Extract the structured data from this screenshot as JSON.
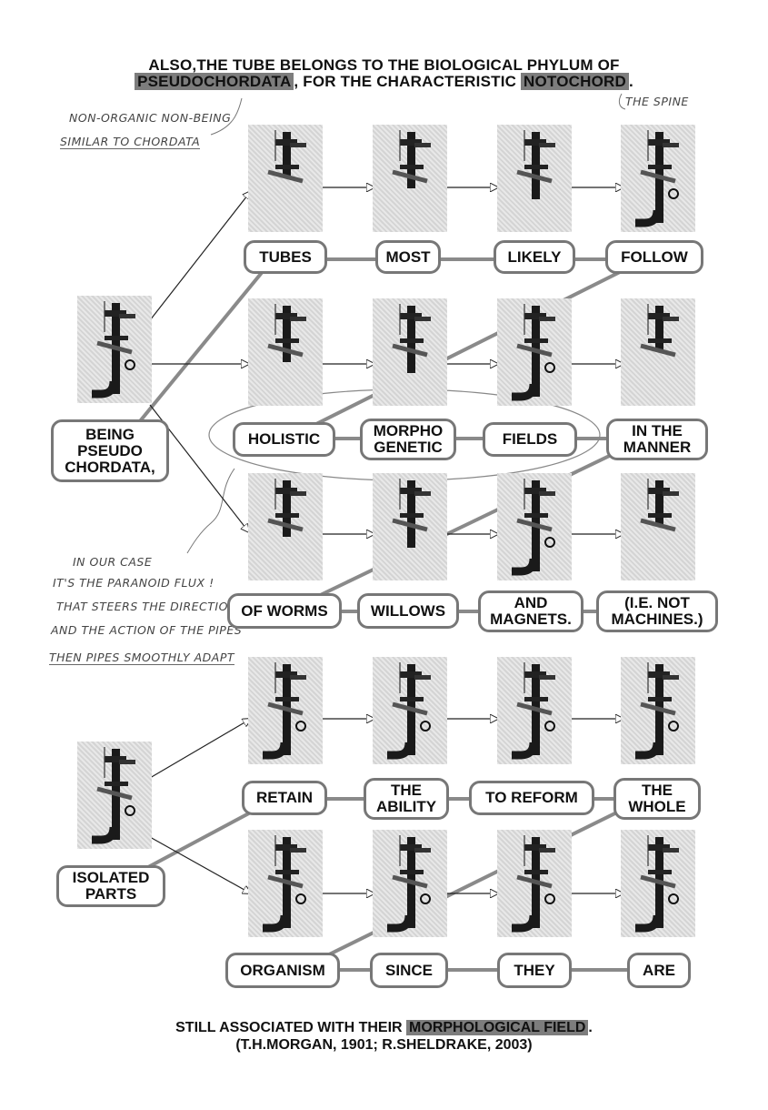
{
  "header": {
    "line1": "ALSO,THE TUBE BELONGS TO THE BIOLOGICAL PHYLUM OF",
    "line2_hl1": "PSEUDOCHORDATA",
    "line2_mid": ", FOR THE CHARACTERISTIC ",
    "line2_hl2": "NOTOCHORD",
    "line2_end": "."
  },
  "annotations": {
    "spine": "THE SPINE",
    "non_organic_1": "NON-ORGANIC NON-BEING",
    "non_organic_2": "SIMILAR TO CHORDATA",
    "case_1": "IN OUR CASE",
    "case_2": "IT'S THE PARANOID FLUX !",
    "case_3": "THAT STEERS THE DIRECTION",
    "case_4": "AND THE ACTION OF THE PIPES",
    "case_5": "THEN PIPES SMOOTHLY ADAPT"
  },
  "words": {
    "tubes": "TUBES",
    "most": "MOST",
    "likely": "LIKELY",
    "follow": "FOLLOW",
    "being": "BEING\nPSEUDO\nCHORDATA,",
    "holistic": "HOLISTIC",
    "morpho": "MORPHO\nGENETIC",
    "fields": "FIELDS",
    "manner": "IN THE\nMANNER",
    "worms": "OF WORMS",
    "willows": "WILLOWS",
    "magnets": "AND\nMAGNETS.",
    "machines": "(I.E. NOT\nMACHINES.)",
    "retain": "RETAIN",
    "ability": "THE\nABILITY",
    "reform": "TO REFORM",
    "whole": "THE\nWHOLE",
    "isolated": "ISOLATED\nPARTS",
    "organism": "ORGANISM",
    "since": "SINCE",
    "they": "THEY",
    "are": "ARE"
  },
  "footer": {
    "line1_a": "STILL ASSOCIATED WITH THEIR ",
    "line1_hl": "MORPHOLOGICAL FIELD",
    "line1_b": ".",
    "line2": "(T.H.MORGAN, 1901; R.SHELDRAKE, 2003)"
  },
  "colors": {
    "highlight": "#7d7d7d",
    "box_border": "#777777",
    "ink": "#111111"
  }
}
